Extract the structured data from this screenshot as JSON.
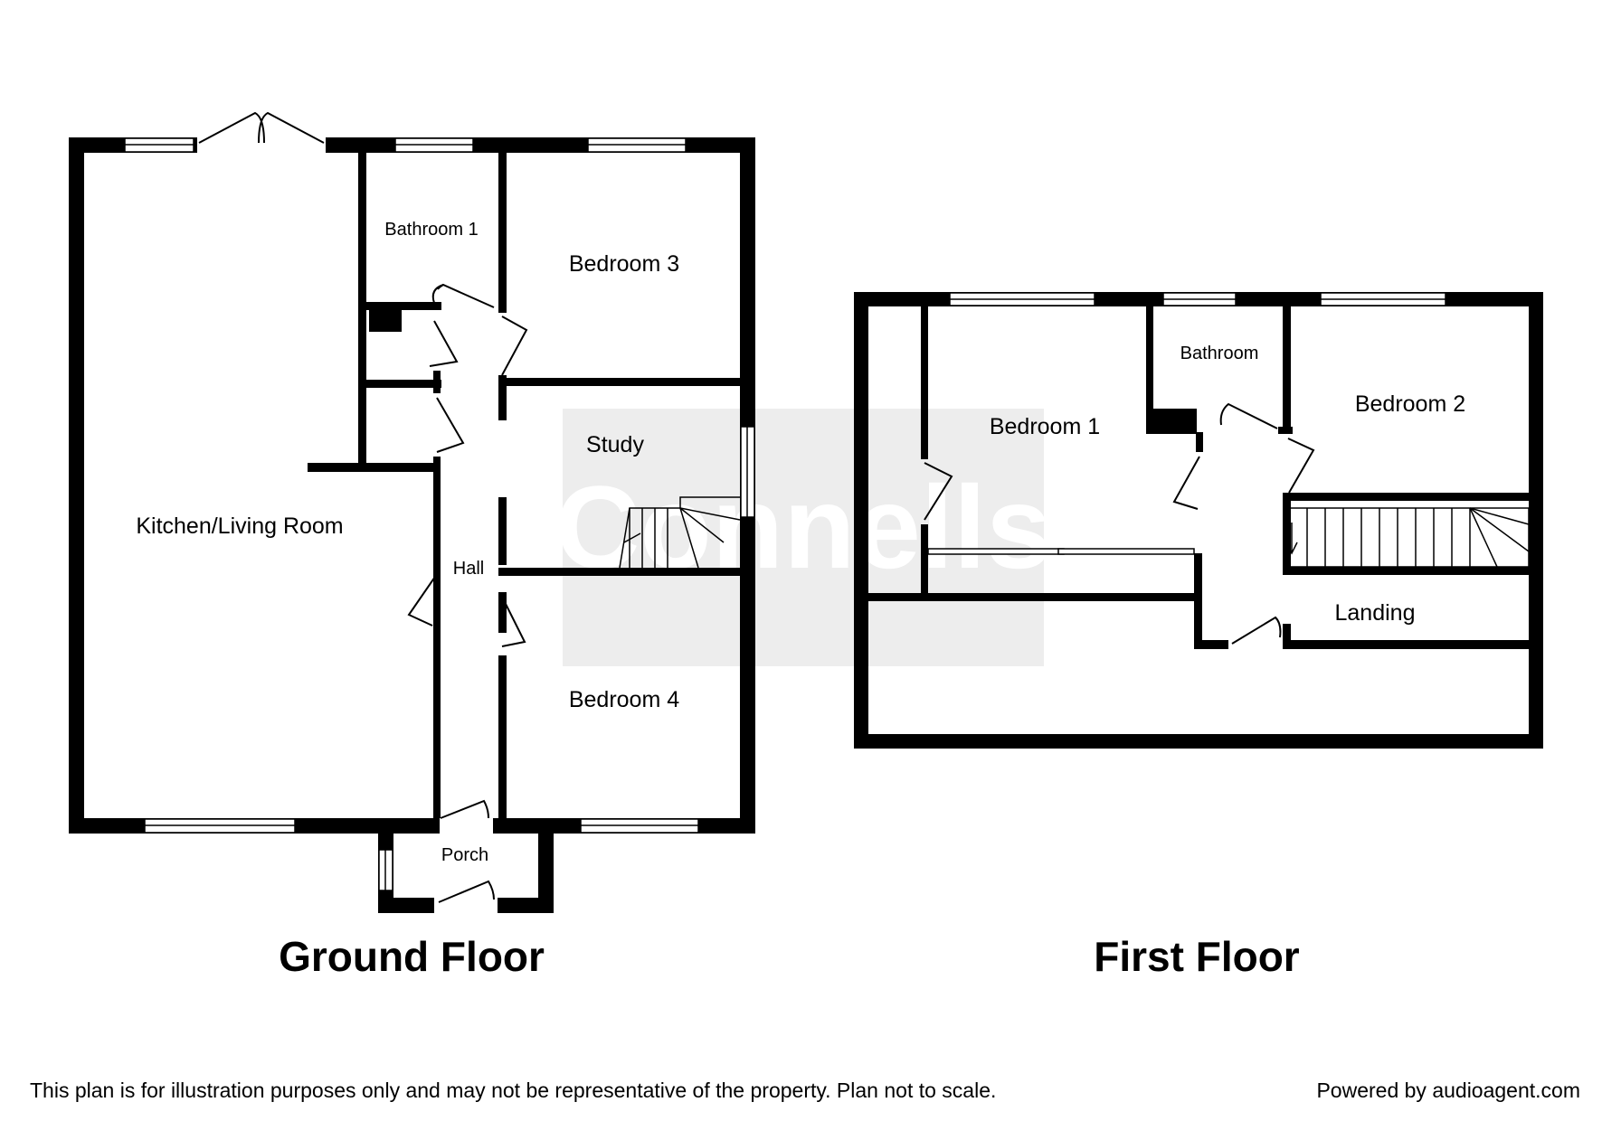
{
  "watermark": {
    "text": "Connells"
  },
  "ground_floor": {
    "title": "Ground Floor",
    "rooms": {
      "kitchen_living": "Kitchen/Living Room",
      "bathroom_1": "Bathroom 1",
      "bedroom_3": "Bedroom 3",
      "study": "Study",
      "hall": "Hall",
      "bedroom_4": "Bedroom 4",
      "porch": "Porch"
    }
  },
  "first_floor": {
    "title": "First Floor",
    "rooms": {
      "bedroom_1": "Bedroom 1",
      "bathroom": "Bathroom",
      "bedroom_2": "Bedroom 2",
      "landing": "Landing"
    }
  },
  "footer": {
    "disclaimer": "This plan is for illustration purposes only and may not be representative of the property. Plan not to scale.",
    "powered_by": "Powered by audioagent.com"
  },
  "colors": {
    "wall": "#000000",
    "watermark_bg": "#ededed",
    "window": "#ffffff"
  }
}
